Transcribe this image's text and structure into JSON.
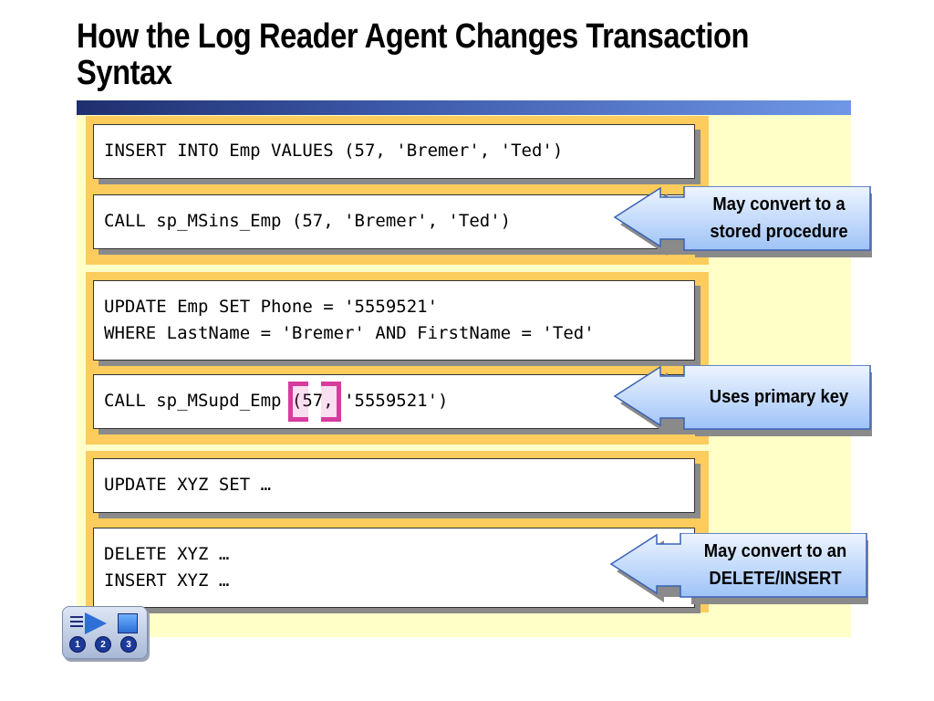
{
  "slide": {
    "title": "How the Log Reader Agent Changes Transaction Syntax"
  },
  "statements": {
    "insert": "INSERT INTO Emp VALUES (57, 'Bremer', 'Ted')",
    "call_ins": "CALL sp_MSins_Emp (57, 'Bremer', 'Ted')",
    "update_line1": "UPDATE Emp SET Phone = '5559521'",
    "update_line2": "WHERE LastName = 'Bremer' AND FirstName = 'Ted'",
    "call_upd_prefix": "CALL sp_MSupd_Emp ",
    "call_upd_key": "(57,",
    "call_upd_suffix": " '5559521')",
    "update_xyz": "UPDATE XYZ SET …",
    "delete_xyz": "DELETE XYZ …",
    "insert_xyz": "INSERT XYZ …"
  },
  "callouts": {
    "stored_procedure": "May convert to a stored procedure",
    "primary_key": "Uses primary key",
    "delete_insert": "May convert to an DELETE/INSERT"
  },
  "nav": {
    "steps": [
      "1",
      "2",
      "3"
    ]
  },
  "colors": {
    "panel_bg": "#ffffc8",
    "group_bg": "#fccc5c",
    "title_bar_dark": "#1f2f6e",
    "title_bar_light": "#6f97e6",
    "callout_fill": "#bcd6ff",
    "highlight": "#d63c9e"
  }
}
